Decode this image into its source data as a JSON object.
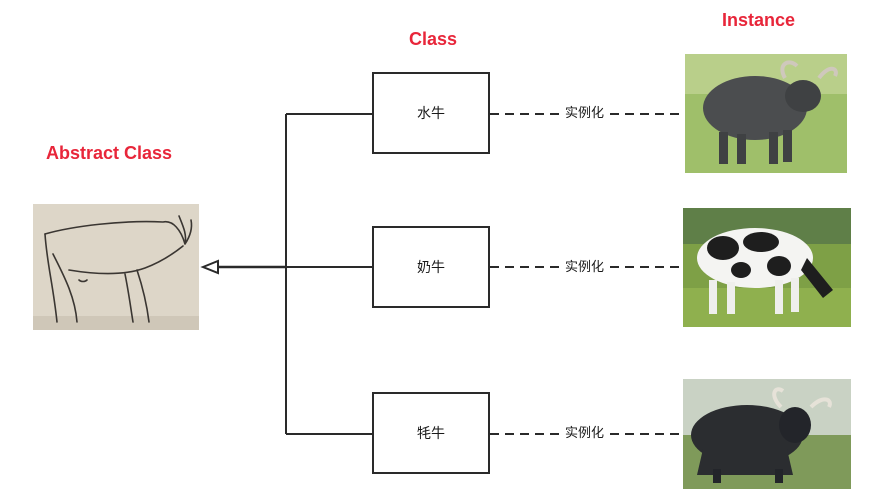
{
  "headings": {
    "abstract_class": "Abstract Class",
    "class": "Class",
    "instance": "Instance"
  },
  "classes": [
    {
      "label": "水牛",
      "instantiation_label": "实例化",
      "instance_picture": "water-buffalo"
    },
    {
      "label": "奶牛",
      "instantiation_label": "实例化",
      "instance_picture": "dairy-cow"
    },
    {
      "label": "牦牛",
      "instantiation_label": "实例化",
      "instance_picture": "yak"
    }
  ],
  "abstract_picture": "bull-line-sketch",
  "colors": {
    "heading": "#e8263a",
    "line": "#2a2a2a"
  }
}
